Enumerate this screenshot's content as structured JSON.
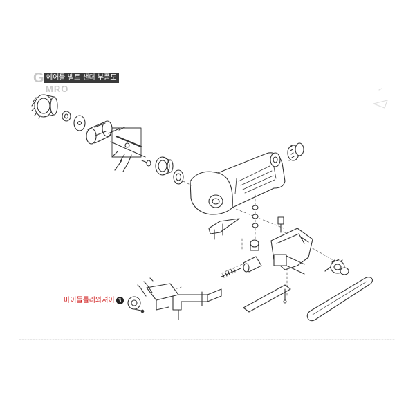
{
  "watermark": {
    "line1": "GS",
    "line2": "MRO"
  },
  "brand_tag": "에어툴 벨트 샌더 부품도",
  "callout": {
    "label": "마이들롤러와셔이",
    "number": "3"
  },
  "colors": {
    "line": "#333333",
    "callout_text": "#d02020",
    "tag_bg": "#3a3a3a",
    "divider": "#cfcfcf"
  }
}
